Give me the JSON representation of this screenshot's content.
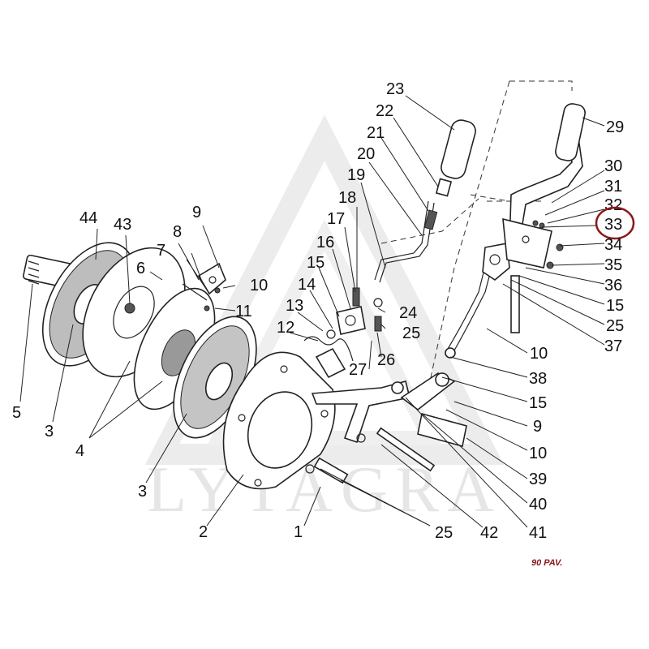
{
  "watermark": {
    "text": "LYTAGRA"
  },
  "caption": {
    "text": "90 PAV.",
    "color": "#8b1a1a"
  },
  "highlight": {
    "label": "33",
    "color": "#8b1a1a"
  },
  "labels": {
    "l1": "1",
    "l2": "2",
    "l3a": "3",
    "l3b": "3",
    "l4": "4",
    "l5": "5",
    "l6": "6",
    "l7": "7",
    "l8": "8",
    "l9a": "9",
    "l9b": "9",
    "l10a": "10",
    "l10b": "10",
    "l10c": "10",
    "l11": "11",
    "l12": "12",
    "l13": "13",
    "l14": "14",
    "l15a": "15",
    "l15b": "15",
    "l15c": "15",
    "l16": "16",
    "l17": "17",
    "l18": "18",
    "l19": "19",
    "l20": "20",
    "l21": "21",
    "l22": "22",
    "l23": "23",
    "l24": "24",
    "l25a": "25",
    "l25b": "25",
    "l25c": "25",
    "l26": "26",
    "l27": "27",
    "l29": "29",
    "l30": "30",
    "l31": "31",
    "l32": "32",
    "l33": "33",
    "l34": "34",
    "l35": "35",
    "l36": "36",
    "l37": "37",
    "l38": "38",
    "l39": "39",
    "l40": "40",
    "l41": "41",
    "l42": "42",
    "l43": "43",
    "l44": "44"
  }
}
